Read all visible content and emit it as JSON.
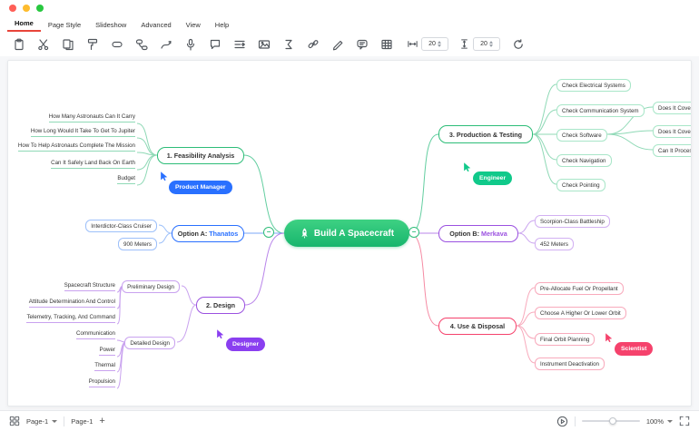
{
  "window": {
    "controls": [
      "close",
      "minimize",
      "zoom"
    ]
  },
  "menu": {
    "items": [
      "Home",
      "Page Style",
      "Slideshow",
      "Advanced",
      "View",
      "Help"
    ],
    "active_item": "Home",
    "active_color": "#e8443a"
  },
  "toolbar": {
    "icons": [
      "paste-icon",
      "cut-icon",
      "copy-icon",
      "format-painter-icon",
      "topic-icon",
      "subtopic-icon",
      "relationship-icon",
      "voice-icon",
      "callout-icon",
      "outline-icon",
      "picture-icon",
      "formula-icon",
      "hyperlink-icon",
      "pen-icon",
      "comment-icon",
      "table-icon"
    ],
    "h_spacing_value": "20",
    "v_spacing_value": "20",
    "refresh_icon": "refresh-icon"
  },
  "mindmap": {
    "center": {
      "label": "Build A Spacecraft",
      "icon": "rocket-icon",
      "color": "#17b56d"
    },
    "collapse_left": "−",
    "collapse_right": "−",
    "left": {
      "feasibility": {
        "label": "1. Feasibility Analysis",
        "color": "#2dbd78",
        "tag": {
          "label": "Product Manager",
          "color": "#2970ff"
        },
        "children": [
          "How Many Astronauts Can It Carry",
          "How Long Would It Take To Get To Jupiter",
          "How To Help Astronauts Complete The Mission",
          "Can It Safely Land Back On Earth",
          "Budget"
        ]
      },
      "option_a": {
        "prefix": "Option A: ",
        "name": "Thanatos",
        "color": "#2970ff",
        "children": [
          "Interdictor-Class Cruiser",
          "900 Meters"
        ]
      },
      "design": {
        "label": "2. Design",
        "color": "#9b51e0",
        "tag": {
          "label": "Designer",
          "color": "#8a3ff0"
        },
        "children": [
          {
            "label": "Preliminary Design",
            "children": [
              "Spacecraft Structure",
              "Attitude Determination And Control",
              "Telemetry, Tracking, And Command"
            ]
          },
          {
            "label": "Detailed Design",
            "children": [
              "Communication",
              "Power",
              "Thermal",
              "Propulsion"
            ]
          }
        ]
      }
    },
    "right": {
      "production": {
        "label": "3. Production & Testing",
        "color": "#2dbd78",
        "tag": {
          "label": "Engineer",
          "color": "#10c98a"
        },
        "children": [
          "Check Electrical Systems",
          "Check Communication System",
          "Check Software",
          "Check Navigation",
          "Check Pointing"
        ],
        "software_children": [
          "Does It Cover All ...",
          "Does It Cover All ...",
          "Can It Process In..."
        ]
      },
      "option_b": {
        "prefix": "Option B: ",
        "name": "Merkava",
        "color": "#9b51e0",
        "children": [
          "Scorpion-Class Battleship",
          "452 Meters"
        ]
      },
      "disposal": {
        "label": "4. Use & Disposal",
        "color": "#f5426c",
        "tag": {
          "label": "Scientist",
          "color": "#f5426c"
        },
        "children": [
          "Pre-Allocate Fuel Or Propellant",
          "Choose A Higher Or Lower Orbit",
          "Final Orbit Planning",
          "Instrument Deactivation"
        ]
      }
    }
  },
  "statusbar": {
    "pages_button": "Page-1",
    "page_tab": "Page-1",
    "add_page_label": "+",
    "zoom_value": "100%"
  }
}
